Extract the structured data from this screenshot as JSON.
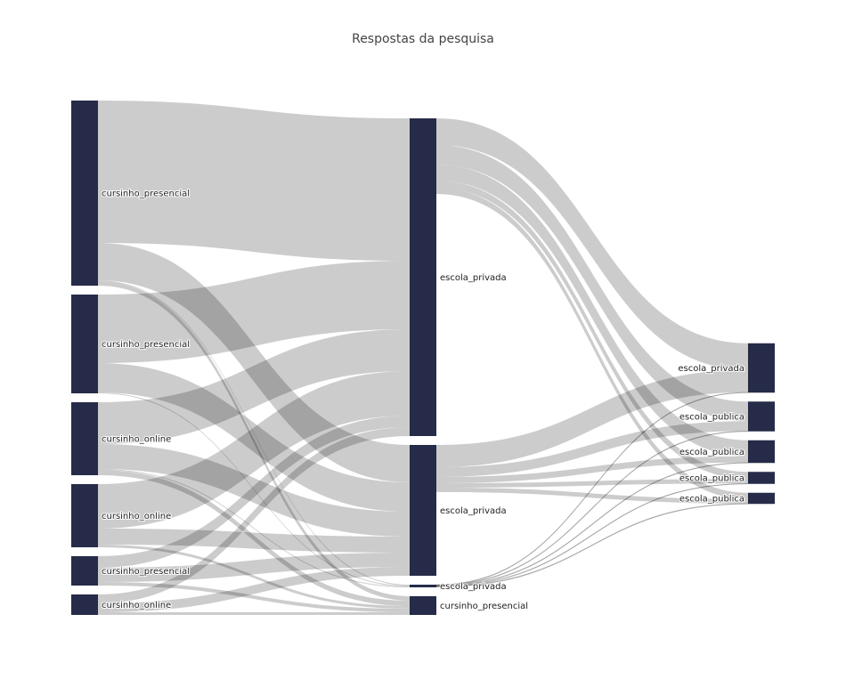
{
  "chart_data": {
    "type": "sankey",
    "title": "Respostas da pesquisa",
    "node_color": "#252b48",
    "link_color": "rgba(0,0,0,0.2)",
    "nodes": [
      {
        "label": "cursinho_presencial",
        "column": 0
      },
      {
        "label": "cursinho_presencial",
        "column": 0
      },
      {
        "label": "cursinho_online",
        "column": 0
      },
      {
        "label": "cursinho_online",
        "column": 0
      },
      {
        "label": "cursinho_presencial",
        "column": 0
      },
      {
        "label": "cursinho_online",
        "column": 0
      },
      {
        "label": "escola_privada",
        "column": 1
      },
      {
        "label": "escola_privada",
        "column": 1
      },
      {
        "label": "escola_privada",
        "column": 1
      },
      {
        "label": "cursinho_presencial",
        "column": 1
      },
      {
        "label": "escola_privada",
        "column": 2
      },
      {
        "label": "escola_publica",
        "column": 2
      },
      {
        "label": "escola_publica",
        "column": 2
      },
      {
        "label": "escola_publica",
        "column": 2
      },
      {
        "label": "escola_publica",
        "column": 2
      }
    ],
    "links": [
      {
        "source": 0,
        "target": 6,
        "value": 160
      },
      {
        "source": 0,
        "target": 7,
        "value": 42
      },
      {
        "source": 0,
        "target": 8,
        "value": 1
      },
      {
        "source": 0,
        "target": 9,
        "value": 5
      },
      {
        "source": 1,
        "target": 6,
        "value": 77
      },
      {
        "source": 1,
        "target": 7,
        "value": 33
      },
      {
        "source": 1,
        "target": 8,
        "value": 1
      },
      {
        "source": 2,
        "target": 6,
        "value": 47
      },
      {
        "source": 2,
        "target": 7,
        "value": 28
      },
      {
        "source": 2,
        "target": 8,
        "value": 1
      },
      {
        "source": 2,
        "target": 9,
        "value": 6
      },
      {
        "source": 3,
        "target": 6,
        "value": 50
      },
      {
        "source": 3,
        "target": 7,
        "value": 18
      },
      {
        "source": 3,
        "target": 9,
        "value": 3
      },
      {
        "source": 4,
        "target": 6,
        "value": 13
      },
      {
        "source": 4,
        "target": 7,
        "value": 16
      },
      {
        "source": 4,
        "target": 9,
        "value": 4
      },
      {
        "source": 5,
        "target": 6,
        "value": 10
      },
      {
        "source": 5,
        "target": 7,
        "value": 10
      },
      {
        "source": 5,
        "target": 9,
        "value": 3
      },
      {
        "source": 6,
        "target": 10,
        "value": 30
      },
      {
        "source": 6,
        "target": 11,
        "value": 22
      },
      {
        "source": 6,
        "target": 12,
        "value": 18
      },
      {
        "source": 6,
        "target": 13,
        "value": 8
      },
      {
        "source": 6,
        "target": 14,
        "value": 7
      },
      {
        "source": 7,
        "target": 10,
        "value": 25
      },
      {
        "source": 7,
        "target": 11,
        "value": 11
      },
      {
        "source": 7,
        "target": 12,
        "value": 7
      },
      {
        "source": 7,
        "target": 13,
        "value": 5
      },
      {
        "source": 7,
        "target": 14,
        "value": 5
      },
      {
        "source": 8,
        "target": 10,
        "value": 0.5
      },
      {
        "source": 8,
        "target": 11,
        "value": 0.5
      },
      {
        "source": 8,
        "target": 12,
        "value": 0.5
      },
      {
        "source": 8,
        "target": 13,
        "value": 0.5
      },
      {
        "source": 8,
        "target": 14,
        "value": 0.5
      }
    ]
  }
}
